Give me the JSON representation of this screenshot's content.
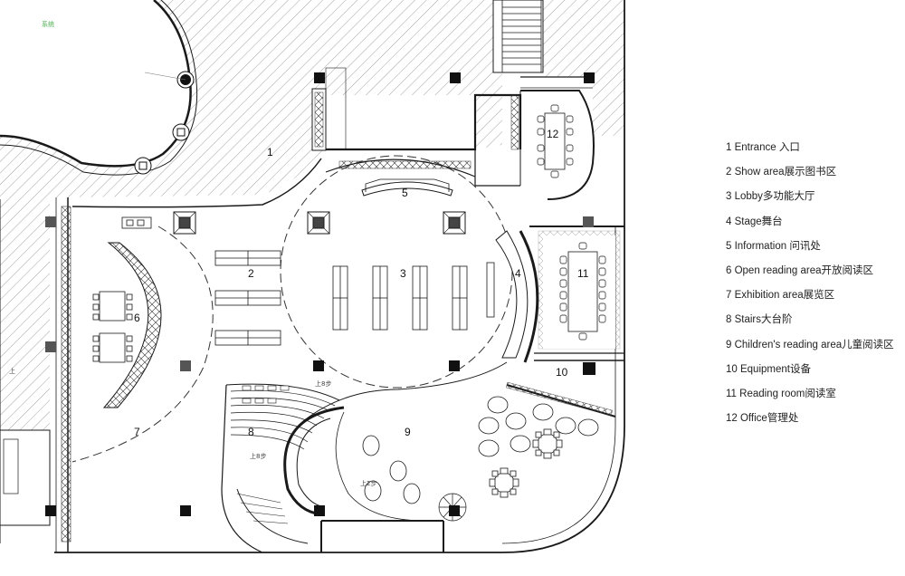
{
  "plan": {
    "room_labels": [
      {
        "id": "lobby",
        "text": "3"
      },
      {
        "id": "show-area",
        "text": "2"
      },
      {
        "id": "entrance",
        "text": "1"
      },
      {
        "id": "stage",
        "text": "4"
      },
      {
        "id": "information",
        "text": "5"
      },
      {
        "id": "open-reading",
        "text": "6"
      },
      {
        "id": "exhibition",
        "text": "7"
      },
      {
        "id": "stairs",
        "text": "8"
      },
      {
        "id": "childrens",
        "text": "9"
      },
      {
        "id": "equipment",
        "text": "10"
      },
      {
        "id": "reading-room",
        "text": "11"
      },
      {
        "id": "office",
        "text": "12"
      }
    ],
    "annotations": {
      "up_stairs_8": "上8步",
      "up_stairs_8b": "上8步",
      "up_stairs_2": "上2步",
      "up_left": "上",
      "green_tag": "系统"
    }
  },
  "legend": {
    "items": [
      "1 Entrance 入口",
      "2 Show area展示图书区",
      "3 Lobby多功能大厅",
      "4 Stage舞台",
      "5 Information 问讯处",
      "6 Open reading area开放阅读区",
      "7 Exhibition area展览区",
      "8 Stairs大台阶",
      "9 Children's reading area儿童阅读区",
      "10 Equipment设备",
      "11 Reading room阅读室",
      "12  Office管理处"
    ]
  },
  "colors": {
    "line": "#1a1a1a",
    "hatch": "#8a8a8a",
    "column": "#111111",
    "green_tag": "#4caf50"
  }
}
